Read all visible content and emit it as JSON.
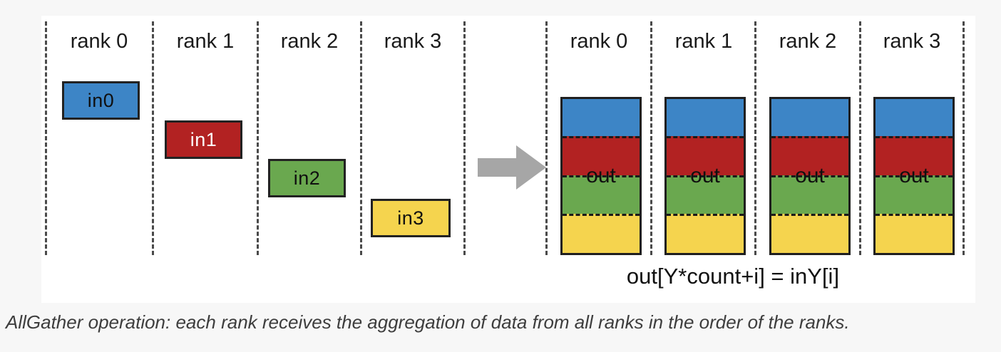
{
  "figure": {
    "caption": "AllGather operation: each rank receives the aggregation of data from all ranks in the order of the ranks.",
    "formula": "out[Y*count+i] = inY[i]",
    "arrow_icon": "right-arrow-icon",
    "colors": {
      "blue": "#3d85c6",
      "red": "#b22222",
      "green": "#6aa84f",
      "yellow": "#f5d44e",
      "arrow": "#a6a6a6",
      "divider": "#4a4a4a",
      "panel_background": "#ffffff",
      "page_background": "#f7f7f7"
    }
  },
  "input_side": {
    "rank_labels": [
      "rank 0",
      "rank 1",
      "rank 2",
      "rank 3"
    ],
    "boxes": [
      {
        "label": "in0",
        "fill": "#3d85c6",
        "text_color": "#101010"
      },
      {
        "label": "in1",
        "fill": "#b22222",
        "text_color": "#ffffff"
      },
      {
        "label": "in2",
        "fill": "#6aa84f",
        "text_color": "#101010"
      },
      {
        "label": "in3",
        "fill": "#f5d44e",
        "text_color": "#101010"
      }
    ]
  },
  "output_side": {
    "rank_labels": [
      "rank 0",
      "rank 1",
      "rank 2",
      "rank 3"
    ],
    "stack_label": "out",
    "segments": [
      {
        "source": "in0",
        "fill": "#3d85c6"
      },
      {
        "source": "in1",
        "fill": "#b22222"
      },
      {
        "source": "in2",
        "fill": "#6aa84f"
      },
      {
        "source": "in3",
        "fill": "#f5d44e"
      }
    ]
  },
  "chart_data": {
    "type": "diagram",
    "title": "AllGather operation",
    "ranks": 4,
    "input_chunks_per_rank": 1,
    "output_chunks_per_rank": 4
  }
}
